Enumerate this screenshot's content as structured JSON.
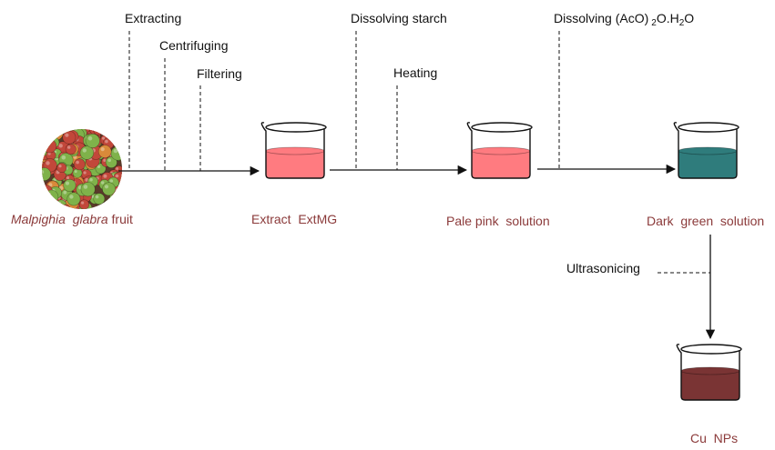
{
  "colors": {
    "caption": "#8B3A3A",
    "text": "#111111",
    "extract_liquid": "#FF7B80",
    "pale_pink_liquid": "#FF7B80",
    "dark_green_liquid": "#2F7C7C",
    "cu_np_liquid": "#7A3434",
    "fruit_red": "#C2473A",
    "fruit_green": "#7FB24A"
  },
  "steps": {
    "extracting": "Extracting",
    "centrifuging": "Centrifuging",
    "filtering": "Filtering",
    "dissolving_starch": "Dissolving starch",
    "heating": "Heating",
    "dissolving_acetate_prefix": "Dissolving (AcO)",
    "dissolving_acetate_sub1": "2",
    "dissolving_acetate_mid": "O.H",
    "dissolving_acetate_sub2": "2",
    "dissolving_acetate_end": "O",
    "ultrasonicing": "Ultrasonicing"
  },
  "captions": {
    "fruit_species": "Malpighia  glabra",
    "fruit_word": "fruit",
    "extract": "Extract  ExtMG",
    "pale_pink": "Pale pink  solution",
    "dark_green": "Dark  green  solution",
    "cu_nps": "Cu  NPs"
  },
  "icons": {
    "fruit": "fruit-pile-photo",
    "beaker": "beaker-icon",
    "arrow": "arrow-right"
  }
}
